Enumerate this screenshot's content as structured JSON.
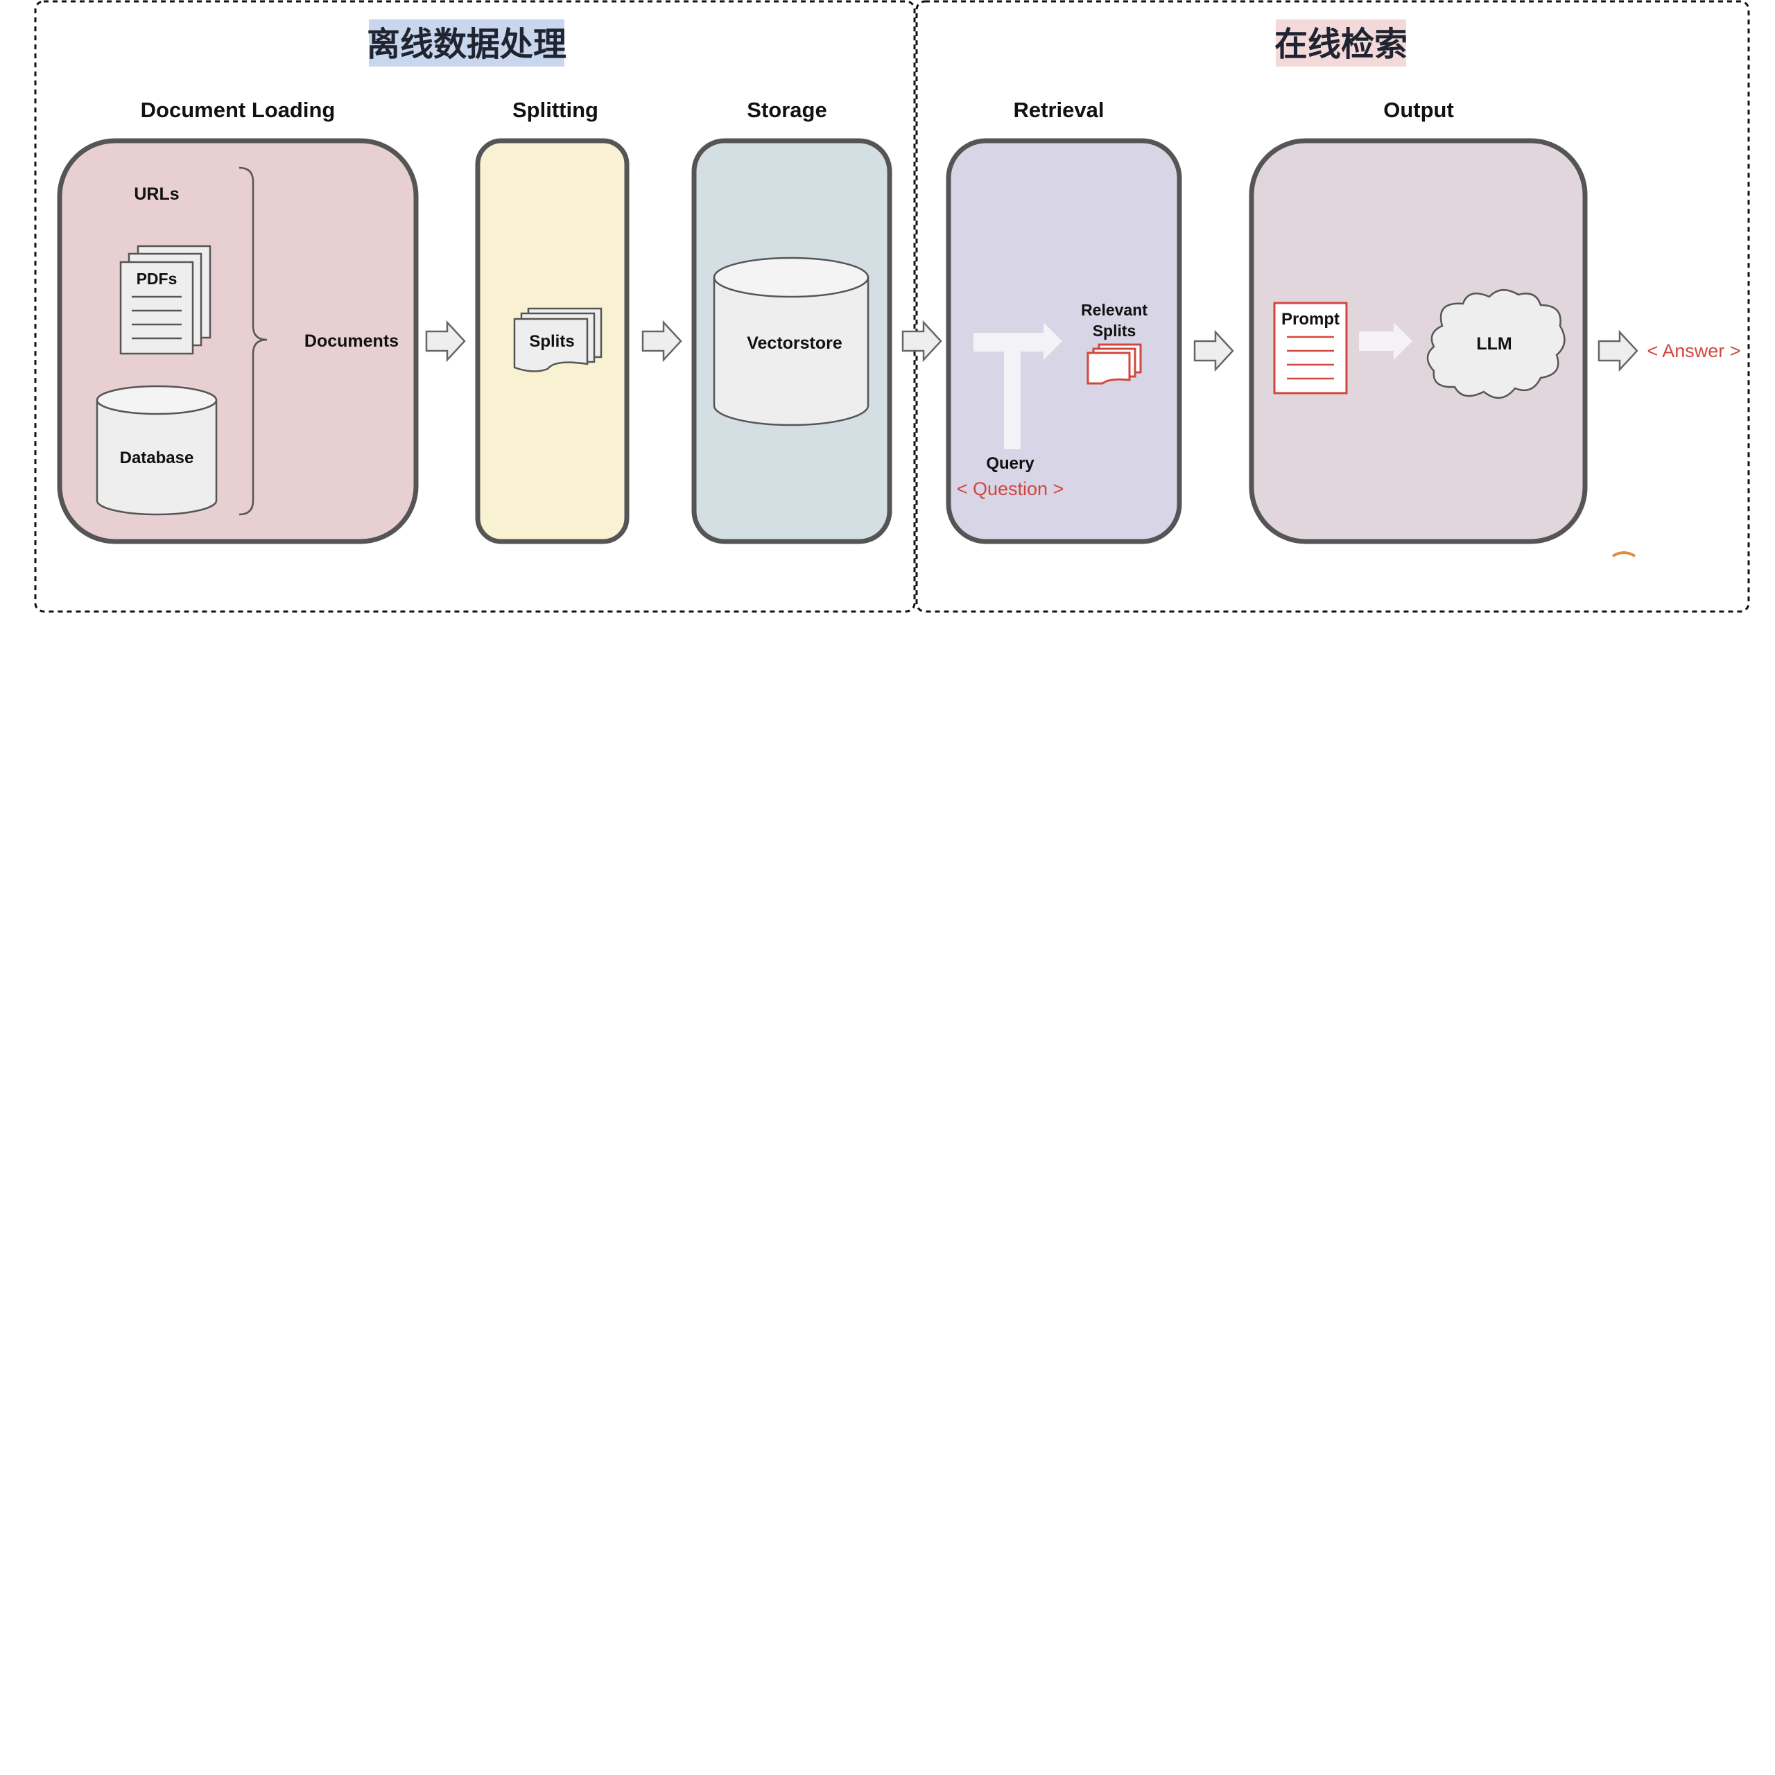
{
  "sections": {
    "offline": {
      "title": "离线数据处理",
      "highlight_color": "#c9d7ee"
    },
    "online": {
      "title": "在线检索",
      "highlight_color": "#f3d9d9"
    }
  },
  "stages": {
    "document_loading": {
      "label": "Document Loading",
      "color": "#e8cfd2"
    },
    "splitting": {
      "label": "Splitting",
      "color": "#f8f2d2"
    },
    "storage": {
      "label": "Storage",
      "color": "#d3dfe3"
    },
    "retrieval": {
      "label": "Retrieval",
      "color": "#d8d5e6"
    },
    "output": {
      "label": "Output",
      "color": "#e2d6dd"
    }
  },
  "nodes": {
    "urls": "URLs",
    "pdfs": "PDFs",
    "database": "Database",
    "documents": "Documents",
    "splits": "Splits",
    "vectorstore": "Vectorstore",
    "relevant_splits_line1": "Relevant",
    "relevant_splits_line2": "Splits",
    "query": "Query",
    "question": "< Question >",
    "prompt": "Prompt",
    "llm": "LLM",
    "answer": "< Answer >"
  },
  "colors": {
    "accent_red": "#d1473f",
    "outline": "#555555"
  }
}
